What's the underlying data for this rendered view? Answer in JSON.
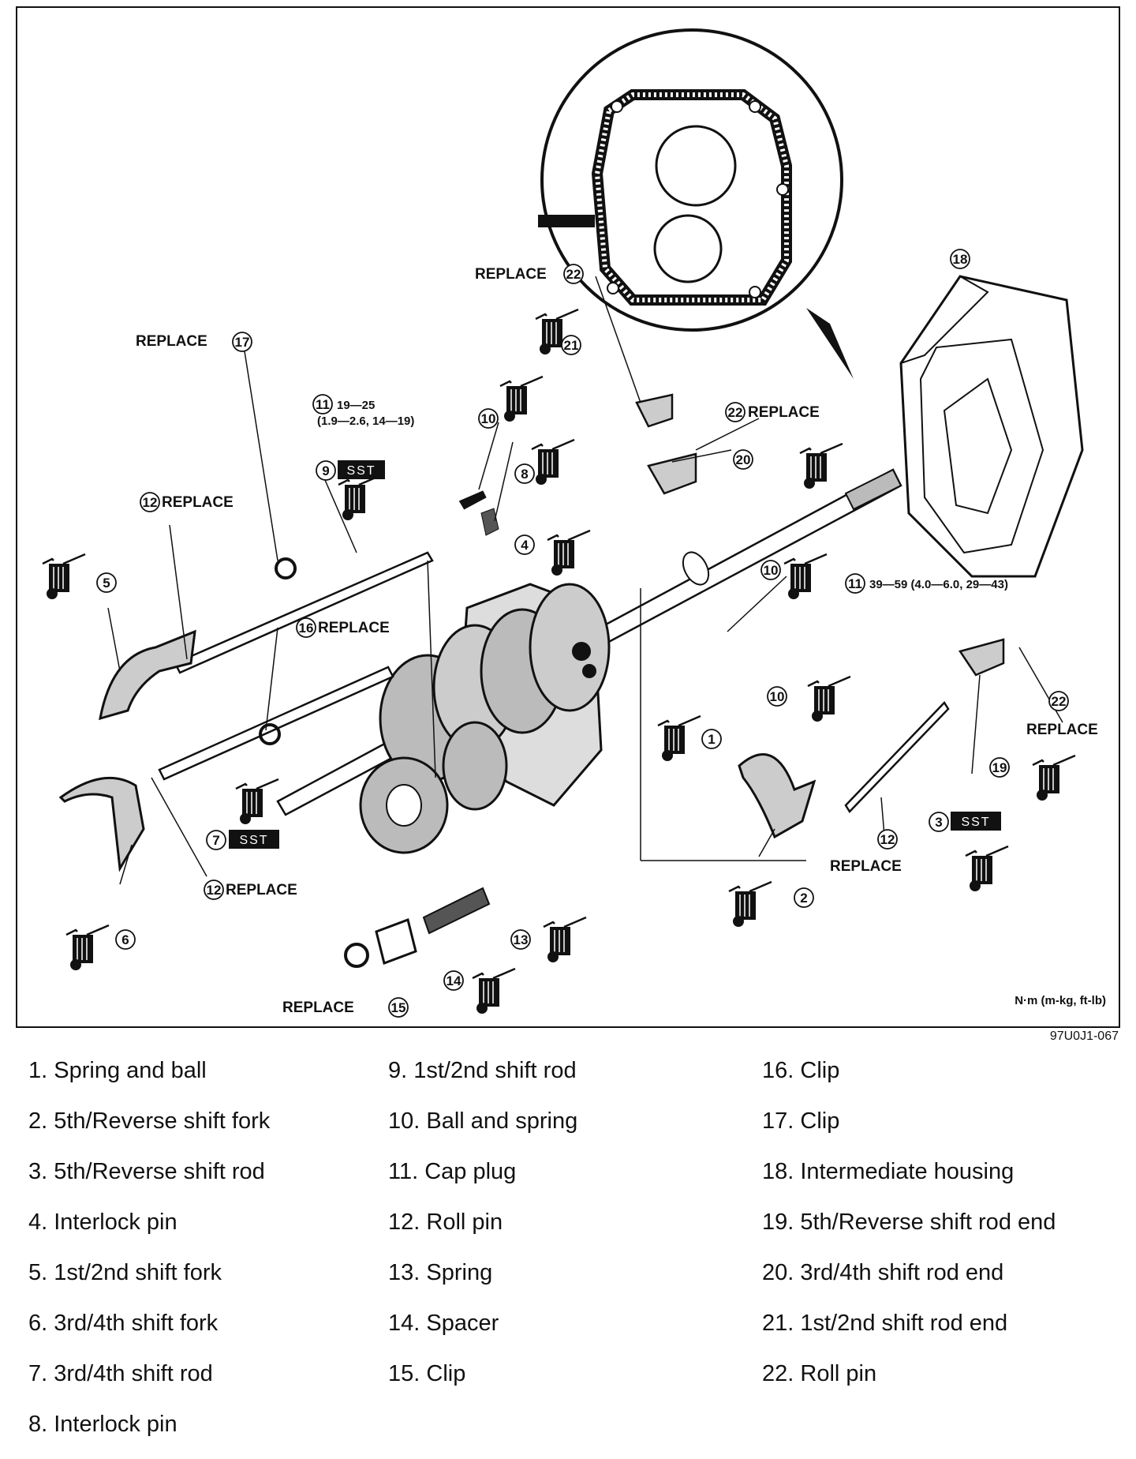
{
  "diagram": {
    "replace_text": "REPLACE",
    "sst_text": "SST",
    "units_note": "N·m (m-kg, ft-lb)",
    "torque_11a": "19—25",
    "torque_11a_paren": "(1.9—2.6, 14—19)",
    "torque_11b": "39—59 (4.0—6.0, 29—43)",
    "figure_code": "97U0J1-067",
    "callouts": [
      "1",
      "2",
      "3",
      "4",
      "5",
      "6",
      "7",
      "8",
      "9",
      "10",
      "11",
      "12",
      "13",
      "14",
      "15",
      "16",
      "17",
      "18",
      "19",
      "20",
      "21",
      "22"
    ]
  },
  "legend": {
    "col1": [
      "1. Spring and ball",
      "2. 5th/Reverse shift fork",
      "3. 5th/Reverse shift rod",
      "4. Interlock pin",
      "5. 1st/2nd shift fork",
      "6. 3rd/4th shift fork",
      "7. 3rd/4th shift rod",
      "8. Interlock pin"
    ],
    "col2": [
      "9. 1st/2nd shift rod",
      "10. Ball and spring",
      "11. Cap plug",
      "12. Roll pin",
      "13. Spring",
      "14. Spacer",
      "15. Clip"
    ],
    "col3": [
      "16. Clip",
      "17. Clip",
      "18. Intermediate housing",
      "19. 5th/Reverse shift rod end",
      "20. 3rd/4th shift rod end",
      "21. 1st/2nd shift rod end",
      "22. Roll pin"
    ]
  }
}
